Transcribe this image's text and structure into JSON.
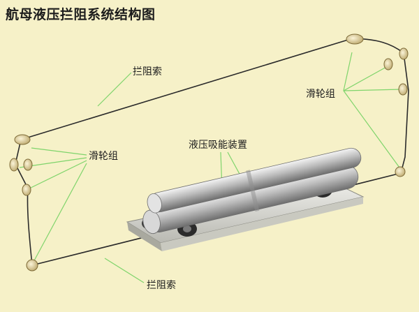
{
  "title": "航母液压拦阻系统结构图",
  "labels": {
    "arresting_cable_top": "拦阻索",
    "pulley_group_right": "滑轮组",
    "pulley_group_left": "滑轮组",
    "hydraulic_absorber": "液压吸能装置",
    "arresting_cable_bottom": "拦阻索"
  },
  "colors": {
    "background": "#f6f1c8",
    "cable": "#2a2a2a",
    "leader_line": "#7fd46b",
    "pulley": "#e9d9a0",
    "cylinder": "#b8b8b8"
  }
}
